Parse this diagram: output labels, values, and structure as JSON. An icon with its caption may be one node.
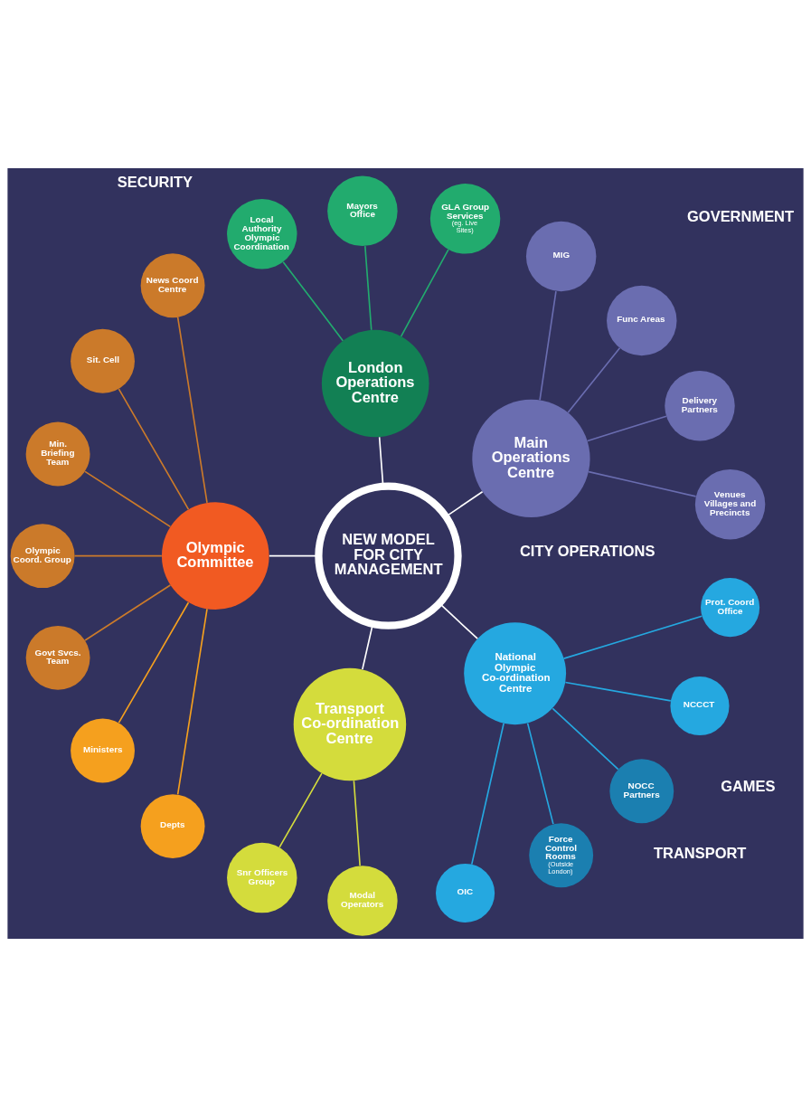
{
  "diagram": {
    "nodes": [
      {
        "text": [
          "NEW MODEL FOR CITY MANAGEMENT"
        ]
      },
      {
        "text": [
          "Main Operations Centre"
        ]
      },
      {
        "text": [
          "Venues Villages and Precincts"
        ]
      },
      {
        "text": [
          "Delivery Partners"
        ]
      },
      {
        "text": [
          "Func Areas"
        ]
      },
      {
        "text": [
          "MIG"
        ]
      },
      {
        "text": [
          "London Operations Centre"
        ]
      },
      {
        "text": [
          "GLA Group Services",
          "(eg. Live Sites)"
        ]
      },
      {
        "text": [
          "Mayors Office"
        ]
      },
      {
        "text": [
          "Local Authority Olympic Coordination"
        ]
      },
      {
        "text": [
          "Olympic Committee"
        ]
      },
      {
        "text": [
          "News Coord Centre"
        ]
      },
      {
        "text": [
          "Sit. Cell"
        ]
      },
      {
        "text": [
          "Min. Briefing Team"
        ]
      },
      {
        "text": [
          "Olympic Coord. Group"
        ]
      },
      {
        "text": [
          "Govt Svcs. Team"
        ]
      },
      {
        "text": [
          "Ministers"
        ]
      },
      {
        "text": [
          "Depts"
        ]
      },
      {
        "text": [
          "Transport Co-ordination Centre"
        ]
      },
      {
        "text": [
          "Snr Officers Group"
        ]
      },
      {
        "text": [
          "Modal Operators"
        ]
      },
      {
        "text": [
          "National Olympic Co-ordination Centre"
        ]
      },
      {
        "text": [
          "OIC"
        ]
      },
      {
        "text": [
          "Force Control Rooms",
          "(Outside London)"
        ]
      },
      {
        "text": [
          "NOCC Partners"
        ]
      },
      {
        "text": [
          "NCCCT"
        ]
      },
      {
        "text": [
          "Prot. Coord Office"
        ]
      }
    ],
    "edges": [
      {
        "from": 0,
        "to": 1,
        "arrow": "none",
        "color": "#ffffff"
      },
      {
        "from": 1,
        "to": 2,
        "arrow": "none",
        "color": "#6a6db0"
      },
      {
        "from": 1,
        "to": 3,
        "arrow": "none",
        "color": "#6a6db0"
      },
      {
        "from": 1,
        "to": 4,
        "arrow": "none",
        "color": "#6a6db0"
      },
      {
        "from": 1,
        "to": 5,
        "arrow": "none",
        "color": "#6a6db0"
      },
      {
        "from": 0,
        "to": 6,
        "arrow": "none",
        "color": "#ffffff"
      },
      {
        "from": 6,
        "to": 7,
        "arrow": "none",
        "color": "#22ab6e"
      },
      {
        "from": 6,
        "to": 8,
        "arrow": "none",
        "color": "#22ab6e"
      },
      {
        "from": 6,
        "to": 9,
        "arrow": "none",
        "color": "#22ab6e"
      },
      {
        "from": 0,
        "to": 10,
        "arrow": "none",
        "color": "#ffffff"
      },
      {
        "from": 10,
        "to": 11,
        "arrow": "none",
        "color": "#cb7a2a"
      },
      {
        "from": 10,
        "to": 12,
        "arrow": "none",
        "color": "#cb7a2a"
      },
      {
        "from": 10,
        "to": 13,
        "arrow": "none",
        "color": "#cb7a2a"
      },
      {
        "from": 10,
        "to": 14,
        "arrow": "none",
        "color": "#cb7a2a"
      },
      {
        "from": 10,
        "to": 15,
        "arrow": "none",
        "color": "#cb7a2a"
      },
      {
        "from": 10,
        "to": 16,
        "arrow": "none",
        "color": "#f5a01e"
      },
      {
        "from": 10,
        "to": 17,
        "arrow": "none",
        "color": "#f5a01e"
      },
      {
        "from": 0,
        "to": 18,
        "arrow": "none",
        "color": "#ffffff"
      },
      {
        "from": 18,
        "to": 19,
        "arrow": "none",
        "color": "#d4dc3c"
      },
      {
        "from": 18,
        "to": 20,
        "arrow": "none",
        "color": "#d4dc3c"
      },
      {
        "from": 0,
        "to": 21,
        "arrow": "none",
        "color": "#ffffff"
      },
      {
        "from": 21,
        "to": 22,
        "arrow": "none",
        "color": "#25a8e0"
      },
      {
        "from": 21,
        "to": 23,
        "arrow": "none",
        "color": "#25a8e0"
      },
      {
        "from": 21,
        "to": 24,
        "arrow": "none",
        "color": "#25a8e0"
      },
      {
        "from": 21,
        "to": 25,
        "arrow": "none",
        "color": "#25a8e0"
      },
      {
        "from": 21,
        "to": 26,
        "arrow": "none",
        "color": "#25a8e0"
      }
    ],
    "labels": [
      "CITY OPERATIONS",
      "GAMES",
      "GOVERNMENT",
      "TRANSPORT",
      "SECURITY"
    ]
  }
}
